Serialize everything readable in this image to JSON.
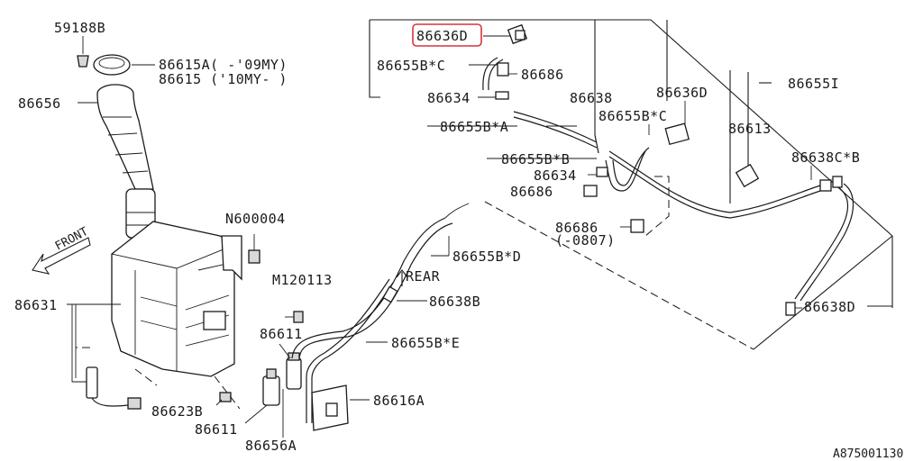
{
  "labels": {
    "p59188b": "59188B",
    "p86615a": "86615A( -'09MY)",
    "p86615": "86615 ('10MY- )",
    "p86656": "86656",
    "pn600004": "N600004",
    "pm120113": "M120113",
    "p86631": "86631",
    "p86611a": "86611",
    "p86611b": "86611",
    "p86623b": "86623B",
    "p86656a": "86656A",
    "p86616a": "86616A",
    "p86655be": "86655B*E",
    "p86638b": "86638B",
    "p86655bd": "86655B*D",
    "rear": "REAR",
    "front": "FRONT",
    "p86636d_top": "86636D",
    "p86655bc": "86655B*C",
    "p86686_top": "86686",
    "p86634_top": "86634",
    "p86638": "86638",
    "p86636d_mid": "86636D",
    "p86655i": "86655I",
    "p86655ba": "86655B*A",
    "p86655bc_mid": "86655B*C",
    "p86613": "86613",
    "p86655bb": "86655B*B",
    "p86634_mid": "86634",
    "p86638cb": "86638C*B",
    "p86686_mid": "86686",
    "p86686_low": "86686",
    "p0807": "(-0807)",
    "p86638d": "86638D",
    "diagram_code": "A875001130"
  },
  "highlight": {
    "color": "#d9343a",
    "target": "86636D"
  },
  "icons": {
    "front_arrow": "front-arrow-icon",
    "rear_arrow": "rear-arrow-icon"
  }
}
